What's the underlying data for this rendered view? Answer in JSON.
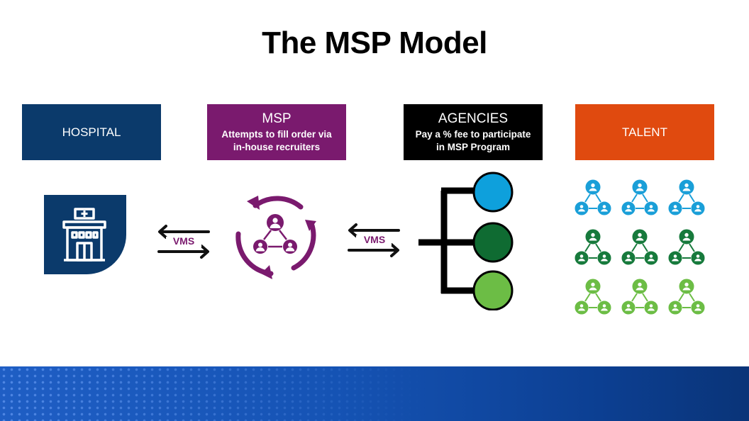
{
  "title": "The MSP Model",
  "boxes": {
    "hospital": {
      "label": "HOSPITAL",
      "color": "#0b3a6b"
    },
    "msp": {
      "label": "MSP",
      "desc_line1": "Attempts to fill order via",
      "desc_line2": "in-house recruiters",
      "color": "#7a1a6e"
    },
    "agencies": {
      "label": "AGENCIES",
      "desc_line1": "Pay a % fee to participate",
      "desc_line2": "in MSP Program",
      "color": "#000000"
    },
    "talent": {
      "label": "TALENT",
      "color": "#e04a0f"
    }
  },
  "connectors": {
    "left": {
      "label": "VMS",
      "label_color": "#7a1a6e"
    },
    "right": {
      "label": "VMS",
      "label_color": "#7a1a6e"
    }
  },
  "icons": {
    "hospital": "hospital-building-icon",
    "msp": "recruiting-cycle-icon",
    "agencies": "agency-branch-icon",
    "talent": "talent-network-icon"
  },
  "agency_circles": [
    "#0ea0dc",
    "#0f6b32",
    "#6cbd45"
  ],
  "talent_rows": [
    "#1a9fd8",
    "#177a3c",
    "#6cbd45"
  ],
  "footer_colors": {
    "start": "#1f5ec4",
    "end": "#0a3478"
  }
}
